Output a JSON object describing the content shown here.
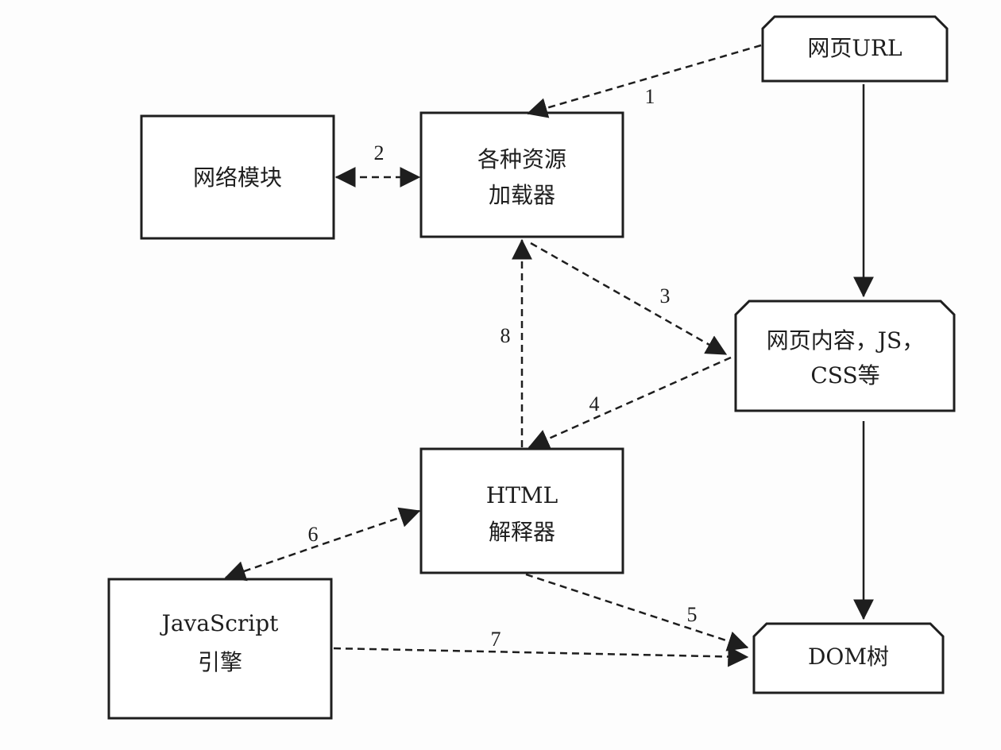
{
  "nodes": {
    "url": {
      "label": "网页URL"
    },
    "network": {
      "label": "网络模块"
    },
    "loader": {
      "line1": "各种资源",
      "line2": "加载器"
    },
    "content": {
      "line1": "网页内容，JS，",
      "line2": "CSS等"
    },
    "parser": {
      "line1": "HTML",
      "line2": "解释器"
    },
    "js": {
      "line1": "JavaScript",
      "line2": "引擎"
    },
    "dom": {
      "label": "DOM树"
    }
  },
  "edges": [
    {
      "label": "1",
      "from": "网页URL",
      "to": "各种资源加载器",
      "style": "dashed"
    },
    {
      "label": "2",
      "from": "网络模块",
      "to": "各种资源加载器",
      "style": "dashed",
      "bidirectional": true
    },
    {
      "label": "3",
      "from": "各种资源加载器",
      "to": "网页内容，JS，CSS等",
      "style": "dashed"
    },
    {
      "label": "4",
      "from": "网页内容，JS，CSS等",
      "to": "HTML解释器",
      "style": "dashed"
    },
    {
      "label": "5",
      "from": "HTML解释器",
      "to": "DOM树",
      "style": "dashed"
    },
    {
      "label": "6",
      "from": "HTML解释器",
      "to": "JavaScript引擎",
      "style": "dashed",
      "bidirectional": true
    },
    {
      "label": "7",
      "from": "JavaScript引擎",
      "to": "DOM树",
      "style": "dashed"
    },
    {
      "label": "8",
      "from": "HTML解释器",
      "to": "各种资源加载器",
      "style": "dashed"
    },
    {
      "label": "",
      "from": "网页URL",
      "to": "网页内容，JS，CSS等",
      "style": "solid"
    },
    {
      "label": "",
      "from": "网页内容，JS，CSS等",
      "to": "DOM树",
      "style": "solid"
    }
  ],
  "colors": {
    "stroke": "#1e1e1e",
    "background": "#fdfdfd"
  }
}
